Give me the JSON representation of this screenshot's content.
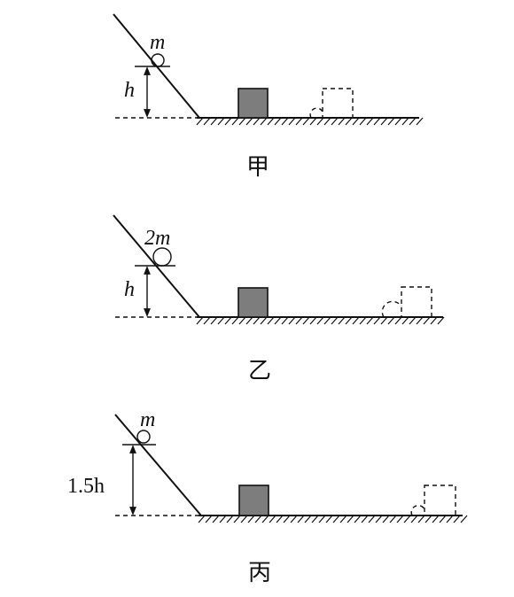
{
  "panels": [
    {
      "caption": "甲",
      "mass_label": "m",
      "height_label": "h"
    },
    {
      "caption": "乙",
      "mass_label": "2m",
      "height_label": "h"
    },
    {
      "caption": "丙",
      "mass_label": "m",
      "height_label": "1.5h"
    }
  ]
}
